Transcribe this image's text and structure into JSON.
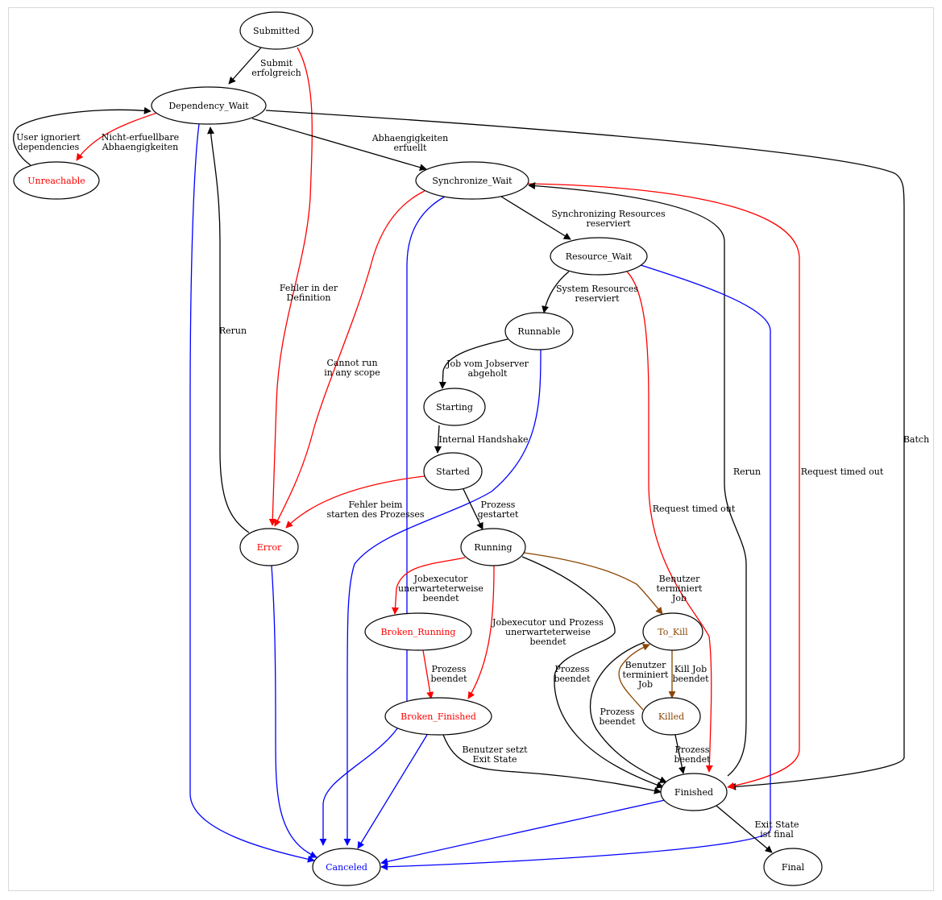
{
  "states": {
    "submitted": "Submitted",
    "dependency_wait": "Dependency_Wait",
    "unreachable": "Unreachable",
    "synchronize_wait": "Synchronize_Wait",
    "resource_wait": "Resource_Wait",
    "runnable": "Runnable",
    "starting": "Starting",
    "started": "Started",
    "error": "Error",
    "running": "Running",
    "broken_running": "Broken_Running",
    "to_kill": "To_Kill",
    "broken_finished": "Broken_Finished",
    "killed": "Killed",
    "finished": "Finished",
    "canceled": "Canceled",
    "final": "Final"
  },
  "edge_labels": {
    "submit_ok": [
      "Submit",
      "erfolgreich"
    ],
    "user_ignored": [
      "User ignoriert",
      "dependencies"
    ],
    "unfulfillable": [
      "Nicht-erfuellbare",
      "Abhaengigkeiten"
    ],
    "deps_fulfilled": [
      "Abhaengigkeiten",
      "erfuellt"
    ],
    "sync_reserved": [
      "Synchronizing Resources",
      "reserviert"
    ],
    "sys_reserved": [
      "System Resources",
      "reserviert"
    ],
    "definition_error": [
      "Fehler in der",
      "Definition"
    ],
    "rerun_left": [
      "Rerun"
    ],
    "cannot_run": [
      "Cannot run",
      "in any scope"
    ],
    "job_fetched": [
      "Job vom Jobserver",
      "abgeholt"
    ],
    "handshake": [
      "Internal Handshake"
    ],
    "start_error": [
      "Fehler beim",
      "starten des Prozesses"
    ],
    "process_started": [
      "Prozess",
      "gestartet"
    ],
    "jobexecutor_broken": [
      "Jobexecutor",
      "unerwarteterweise",
      "beendet"
    ],
    "jobexecutor_and_process": [
      "Jobexecutor und Prozess",
      "unerwarteterweise",
      "beendet"
    ],
    "process_ended_br": [
      "Prozess",
      "beendet"
    ],
    "process_ended_run": [
      "Prozess",
      "beendet"
    ],
    "user_kill": [
      "Benutzer",
      "terminiert",
      "Job"
    ],
    "user_kill_again": [
      "Benutzer",
      "terminiert",
      "Job"
    ],
    "kill_done": [
      "Kill Job",
      "beendet"
    ],
    "process_ended_tokill": [
      "Prozess",
      "beendet"
    ],
    "process_ended_killed": [
      "Prozess",
      "beendet"
    ],
    "user_exit_state": [
      "Benutzer setzt",
      "Exit State"
    ],
    "request_timeout_rw": [
      "Request timed out"
    ],
    "request_timeout_sw": [
      "Request timed out"
    ],
    "rerun_right": [
      "Rerun"
    ],
    "batch": [
      "Batch"
    ],
    "exit_final": [
      "Exit State",
      "ist final"
    ]
  },
  "colors": {
    "normal": "#000000",
    "error": "#ff0000",
    "cancel": "#0000ff",
    "kill": "#8b4500"
  }
}
